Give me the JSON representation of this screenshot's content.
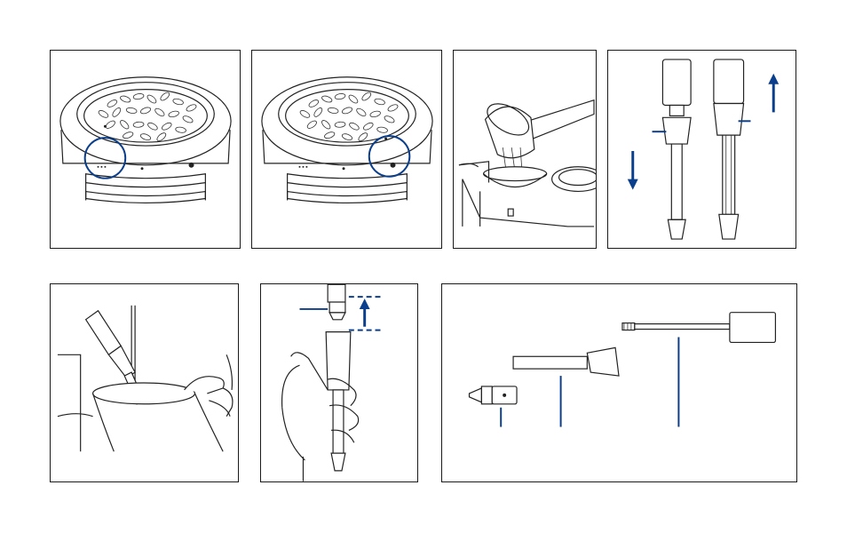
{
  "page": {
    "background": "#ffffff",
    "line_color": "#1a1a1a",
    "accent_color": "#0b3f8c"
  },
  "figures": [
    {
      "id": "fig-1",
      "description_icon": "roaster-bowl-left-indicator-icon"
    },
    {
      "id": "fig-2",
      "description_icon": "roaster-bowl-right-indicator-icon"
    },
    {
      "id": "fig-3",
      "description_icon": "pouring-beans-icon"
    },
    {
      "id": "fig-4",
      "description_icon": "probe-assembly-arrows-icon"
    },
    {
      "id": "fig-5",
      "description_icon": "probe-insertion-icon"
    },
    {
      "id": "fig-6",
      "description_icon": "probe-tip-removal-icon"
    },
    {
      "id": "fig-7",
      "description_icon": "probe-parts-exploded-icon"
    }
  ]
}
